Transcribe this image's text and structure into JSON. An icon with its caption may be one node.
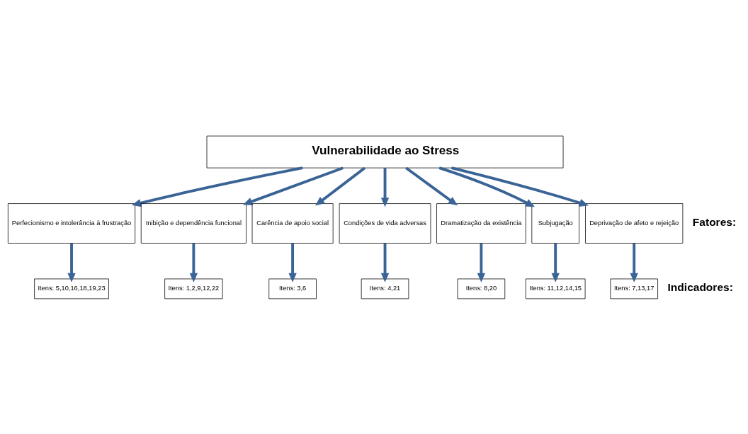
{
  "diagram": {
    "nodes": [
      {
        "text": [
          "Vulnerabilidade ao Stress"
        ]
      },
      {
        "text": [
          "Perfecionismo e intolerância à frustração"
        ]
      },
      {
        "text": [
          "Inibição e dependência funcional"
        ]
      },
      {
        "text": [
          "Carência de apoio social"
        ]
      },
      {
        "text": [
          "Condições de vida adversas"
        ]
      },
      {
        "text": [
          "Dramatização da existência"
        ]
      },
      {
        "text": [
          "Subjugação"
        ]
      },
      {
        "text": [
          "Deprivação de afeto e rejeição"
        ]
      },
      {
        "text": [
          "Itens: 5,10,16,18,19,23"
        ]
      },
      {
        "text": [
          "Itens: 1,2,9,12,22"
        ]
      },
      {
        "text": [
          "Itens: 3,6"
        ]
      },
      {
        "text": [
          "Itens: 4,21"
        ]
      },
      {
        "text": [
          "Itens: 8,20"
        ]
      },
      {
        "text": [
          "Itens: 11,12,14,15"
        ]
      },
      {
        "text": [
          "Itens: 7,13,17"
        ]
      }
    ],
    "edges": [
      {
        "from": 0,
        "to": 1,
        "arrow": "to"
      },
      {
        "from": 0,
        "to": 2,
        "arrow": "to"
      },
      {
        "from": 0,
        "to": 3,
        "arrow": "to"
      },
      {
        "from": 0,
        "to": 4,
        "arrow": "to"
      },
      {
        "from": 0,
        "to": 5,
        "arrow": "to"
      },
      {
        "from": 0,
        "to": 6,
        "arrow": "to"
      },
      {
        "from": 0,
        "to": 7,
        "arrow": "to"
      },
      {
        "from": 1,
        "to": 8,
        "arrow": "to"
      },
      {
        "from": 2,
        "to": 9,
        "arrow": "to"
      },
      {
        "from": 3,
        "to": 10,
        "arrow": "to"
      },
      {
        "from": 4,
        "to": 11,
        "arrow": "to"
      },
      {
        "from": 5,
        "to": 12,
        "arrow": "to"
      },
      {
        "from": 6,
        "to": 13,
        "arrow": "to"
      },
      {
        "from": 7,
        "to": 14,
        "arrow": "to"
      }
    ],
    "labels": [
      "Fatores:",
      "Indicadores:"
    ]
  }
}
